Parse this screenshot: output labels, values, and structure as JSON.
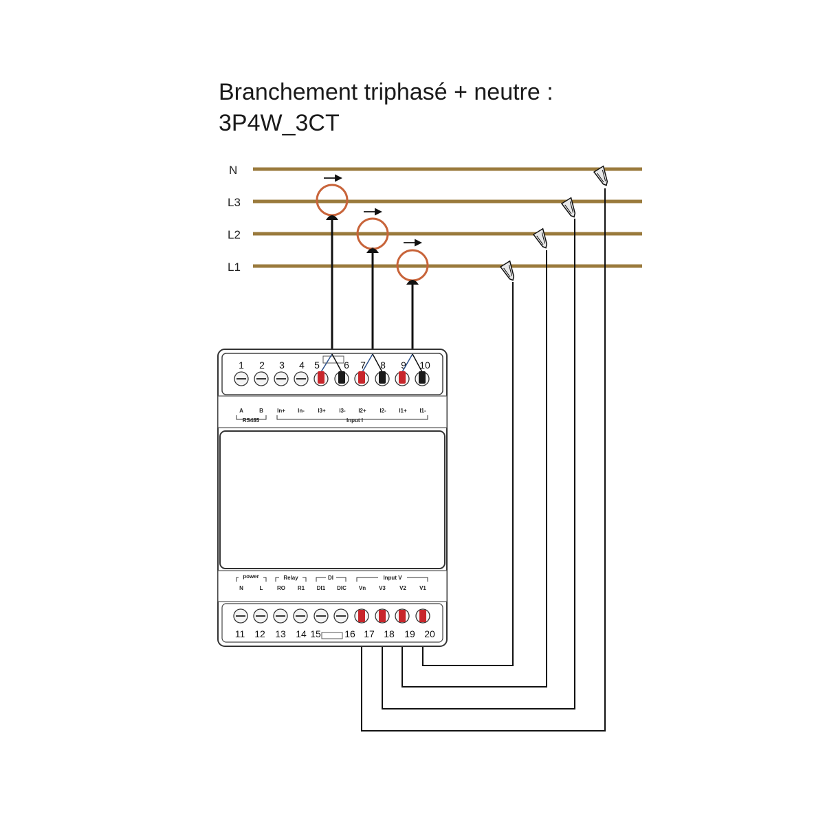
{
  "title": {
    "line1": "Branchement triphasé + neutre :",
    "line2": "3P4W_3CT"
  },
  "lines": [
    {
      "label": "N"
    },
    {
      "label": "L3"
    },
    {
      "label": "L2"
    },
    {
      "label": "L1"
    }
  ],
  "colors": {
    "bus_bar": "#9a7a3c",
    "ct_ring": "#c8643a",
    "terminal_active": "#c8262b",
    "terminal_neg": "#1a1a1a",
    "wire": "#111111"
  },
  "top_terminals": {
    "numbers": [
      "1",
      "2",
      "3",
      "4",
      "5",
      "6",
      "7",
      "8",
      "9",
      "10"
    ],
    "labels": [
      "A",
      "B",
      "In+",
      "In-",
      "I3+",
      "I3-",
      "I2+",
      "I2-",
      "I1+",
      "I1-"
    ],
    "group_rs485": "RS485",
    "group_input_i": "Input I"
  },
  "bottom_terminals": {
    "numbers": [
      "11",
      "12",
      "13",
      "14",
      "15",
      "16",
      "17",
      "18",
      "19",
      "20"
    ],
    "labels": [
      "N",
      "L",
      "RO",
      "R1",
      "DI1",
      "DIC",
      "Vn",
      "V3",
      "V2",
      "V1"
    ],
    "group_power": "power",
    "group_relay": "Relay",
    "group_di": "DI",
    "group_input_v": "Input V"
  }
}
